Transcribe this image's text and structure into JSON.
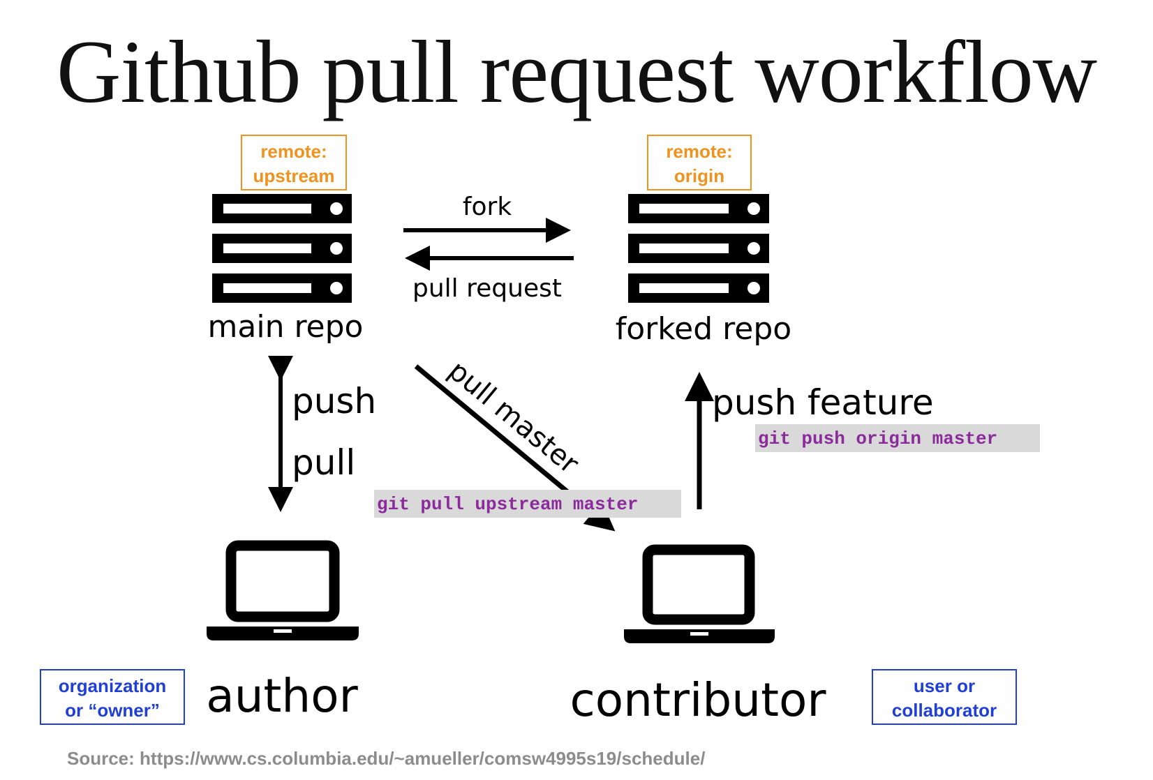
{
  "title": "Github pull request workflow",
  "nodes": {
    "main_repo": {
      "label": "main repo",
      "remote_line1": "remote:",
      "remote_line2": "upstream"
    },
    "forked_repo": {
      "label": "forked repo",
      "remote_line1": "remote:",
      "remote_line2": "origin"
    },
    "author": {
      "label": "author",
      "role_line1": "organization",
      "role_line2": "or “owner”"
    },
    "contributor": {
      "label": "contributor",
      "role_line1": "user or",
      "role_line2": "collaborator"
    }
  },
  "edges": {
    "fork": "fork",
    "pull_request": "pull request",
    "push": "push",
    "pull": "pull",
    "pull_master": "pull master",
    "push_feature": "push feature"
  },
  "commands": {
    "pull_upstream": "git pull upstream master",
    "push_origin": "git push origin master"
  },
  "source": "Source: https://www.cs.columbia.edu/~amueller/comsw4995s19/schedule/",
  "colors": {
    "remote_label": "#f0921e",
    "role_label": "#1f3fd6",
    "command_text": "#8b2a9a",
    "command_bg": "#d9d9d9",
    "source_text": "#8c8c8c"
  },
  "icons": [
    "server-icon",
    "laptop-icon"
  ]
}
